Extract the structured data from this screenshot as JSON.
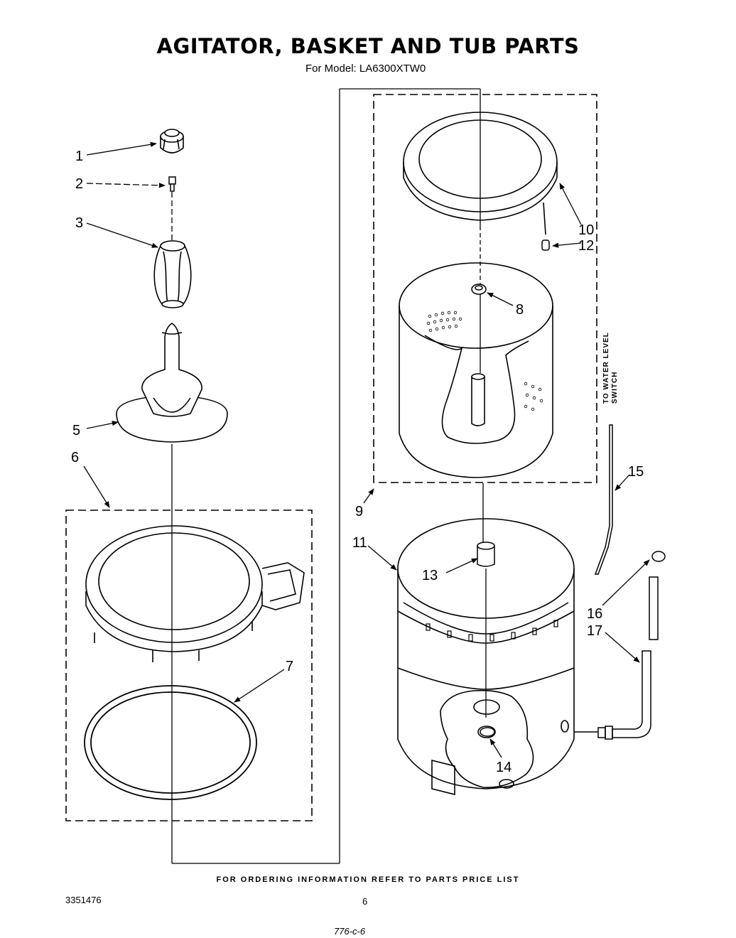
{
  "header": {
    "title": "AGITATOR, BASKET AND TUB PARTS",
    "subtitle": "For Model: LA6300XTW0"
  },
  "callouts": [
    "1",
    "2",
    "3",
    "5",
    "6",
    "7",
    "8",
    "9",
    "10",
    "11",
    "12",
    "13",
    "14",
    "15",
    "16",
    "17"
  ],
  "side_note": [
    "TO WATER LEVEL",
    "SWITCH"
  ],
  "footer": {
    "note": "FOR ORDERING INFORMATION REFER TO PARTS PRICE LIST",
    "doc_number": "3351476",
    "page_number": "6",
    "handwritten": "776-c-6"
  }
}
